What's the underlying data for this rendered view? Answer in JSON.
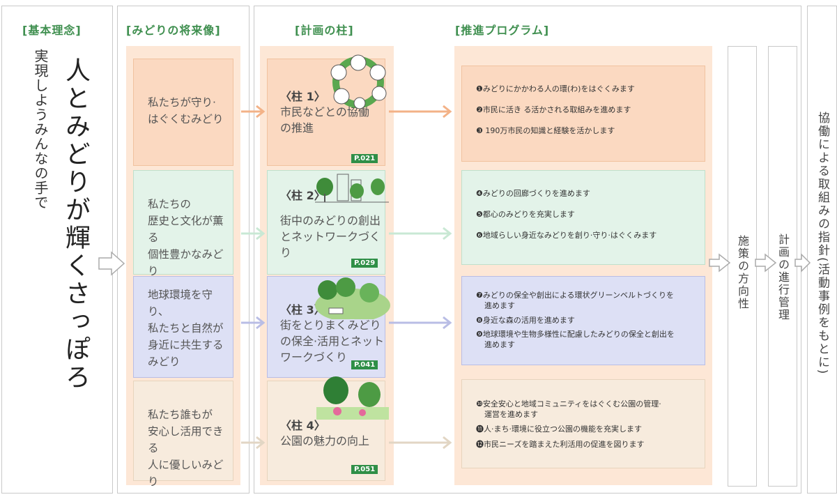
{
  "headers": {
    "philosophy": "[基本理念]",
    "vision": "[みどりの将来像]",
    "pillars": "[計画の柱]",
    "programs": "[推進プログラム]"
  },
  "philosophy": {
    "sub": "実現しようみんなの手で",
    "main": "人とみどりが輝くさっぽろ"
  },
  "visions": [
    "私たちが守り·\nはぐくむみどり",
    "私たちの\n歴史と文化が薫る\n個性豊かなみどり",
    "地球環境を守り、\n私たちと自然が\n身近に共生する\nみどり",
    "私たち誰もが\n安心し活用できる\n人に優しいみどり"
  ],
  "pillars": [
    {
      "title": "〈柱 1〉",
      "text": "市民などとの協働\nの推進",
      "page": "P.021"
    },
    {
      "title": "〈柱 2〉",
      "text": "街中のみどりの創出\nとネットワークづくり",
      "page": "P.029"
    },
    {
      "title": "〈柱 3〉",
      "text": "街をとりまくみどり\nの保全·活用とネット\nワークづくり",
      "page": "P.041"
    },
    {
      "title": "〈柱 4〉",
      "text": "公園の魅力の向上",
      "page": "P.051"
    }
  ],
  "programs": [
    [
      "❶みどりにかかわる人の環(わ)をはぐくみます",
      "❷市民に活き る活かされる取組みを進めます",
      "❸ 190万市民の知識と経験を活かします"
    ],
    [
      "❹みどりの回廊づくりを進めます",
      "❺都心のみどりを充実します",
      "❻地域らしい身近なみどりを創り·守り·はぐくみます"
    ],
    [
      "❼みどりの保全や創出による環状グリーンベルトづくりを",
      "進めます",
      "❽身近な森の活用を進めます",
      "❾地球環境や生物多様性に配慮したみどりの保全と創出を",
      "進めます"
    ],
    [
      "❿安全安心と地域コミュニティをはぐくむ公園の管理·",
      "運営を進めます",
      "⓫人·まち·環境に役立つ公園の機能を充実します",
      "⓬市民ニーズを踏まえた利活用の促進を図ります"
    ]
  ],
  "direction": "施策の方向性",
  "management": "計画の進行管理",
  "guideline": "協働による取組みの指針(活動事例をもとに)",
  "colors": {
    "green_heading": "#3f8f4f",
    "orange": "#fbd9c1",
    "green": "#e3f3e9",
    "blue": "#dde0f5",
    "beige": "#f7ebdd",
    "page_tag": "#2f8f47"
  }
}
